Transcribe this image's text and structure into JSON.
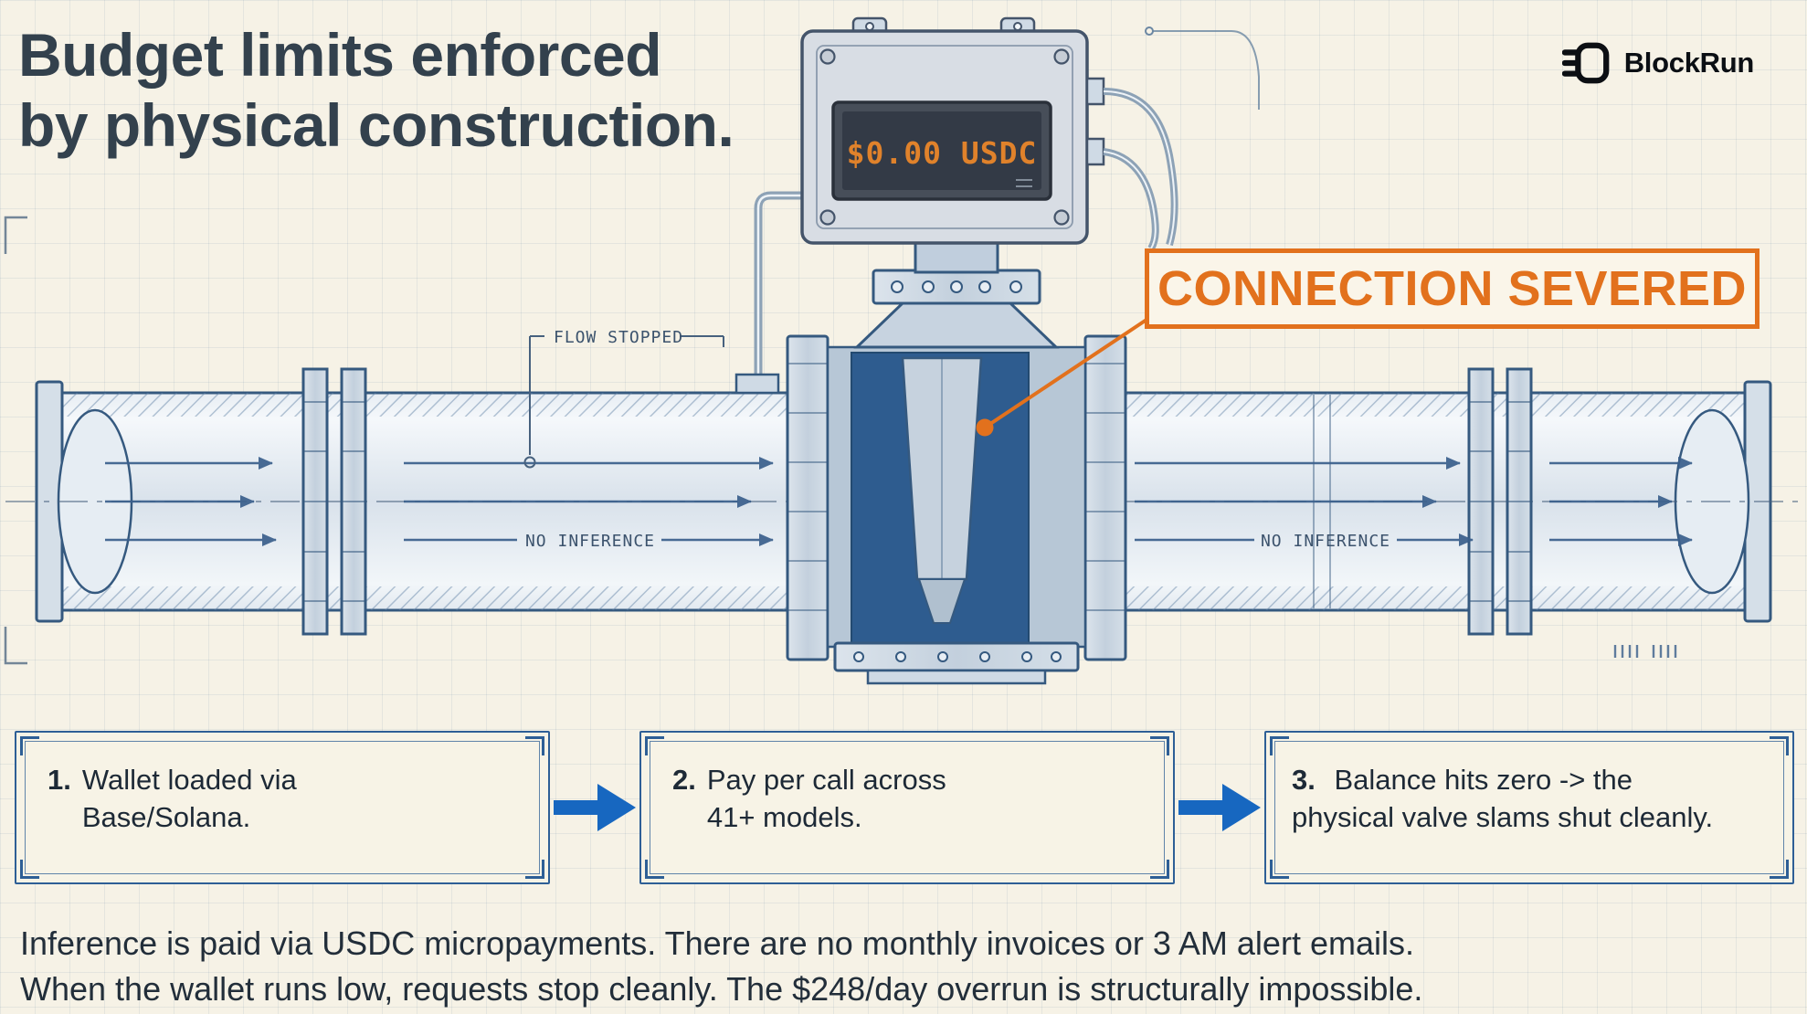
{
  "header": {
    "title_line1": "Budget limits enforced",
    "title_line2": "by physical construction.",
    "brand": "BlockRun"
  },
  "diagram": {
    "meter_display": "$0.00 USDC",
    "flow_stopped_label": "FLOW STOPPED",
    "no_inference_left": "NO INFERENCE",
    "no_inference_right": "NO INFERENCE",
    "callout": "CONNECTION SEVERED"
  },
  "steps": [
    {
      "number": "1.",
      "line1": "Wallet loaded via",
      "line2": "Base/Solana."
    },
    {
      "number": "2.",
      "line1": "Pay per call across",
      "line2": "41+ models."
    },
    {
      "number": "3.",
      "line1": "Balance hits zero -> the",
      "line2": "physical valve slams shut cleanly."
    }
  ],
  "footer": {
    "line1": "Inference is paid via USDC micropayments. There are no monthly invoices or 3 AM alert emails.",
    "line2": "When the wallet runs low, requests stop cleanly. The $248/day overrun is structurally impossible."
  },
  "icons": {
    "brand_icon": "blockrun-plug-mark",
    "step_arrow": "right-arrow"
  },
  "colors": {
    "background": "#F6F2E6",
    "blueprint_blue": "#3A5F8C",
    "valve_gate_blue": "#2E5C8F",
    "accent_orange": "#E2711D",
    "lcd_orange": "#E0822B",
    "step_arrow_blue": "#1767C0",
    "title_ink": "#33414D"
  }
}
